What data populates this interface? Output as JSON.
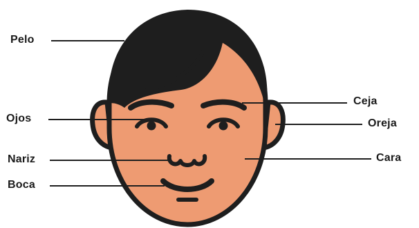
{
  "labels": {
    "pelo": "Pelo",
    "ojos": "Ojos",
    "nariz": "Nariz",
    "boca": "Boca",
    "ceja": "Ceja",
    "oreja": "Oreja",
    "cara": "Cara"
  },
  "colors": {
    "skin": "#ee9b72",
    "hair": "#1e1e1e",
    "outline": "#1e1e1e",
    "text": "#1a1a1a",
    "background": "#ffffff"
  }
}
